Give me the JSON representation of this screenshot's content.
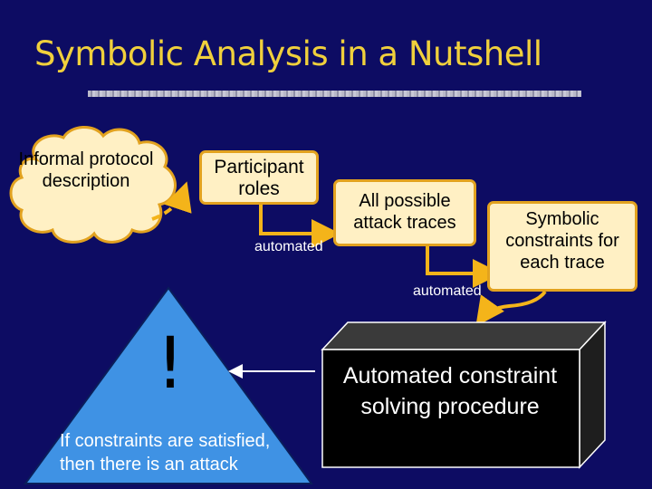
{
  "title": "Symbolic Analysis in a Nutshell",
  "nodes": {
    "informal": "Informal protocol description",
    "roles": "Participant roles",
    "traces": "All possible attack traces",
    "constraints": "Symbolic constraints for each trace",
    "solver": "Automated constraint solving procedure"
  },
  "edge_labels": {
    "automated_1": "automated",
    "automated_2": "automated"
  },
  "warning": {
    "mark": "!",
    "line1": "If constraints are satisfied,",
    "line2": "then there is an attack"
  },
  "colors": {
    "background": "#0d0c63",
    "title": "#f0d03c",
    "box_fill": "#fff0c4",
    "box_border": "#e2a21f",
    "arrow": "#f4b41a",
    "triangle": "#3f92e4"
  }
}
